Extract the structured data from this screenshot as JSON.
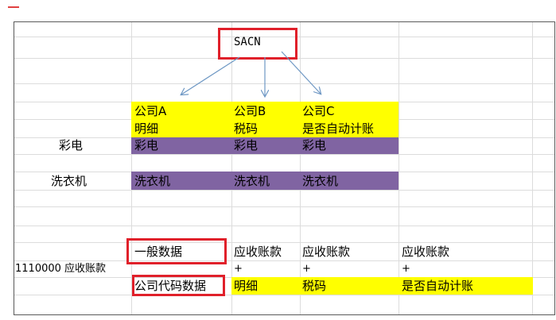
{
  "sheet": {
    "sacn": "SACN",
    "headers": {
      "a_line1": "公司A",
      "a_line2": "明细",
      "b_line1": "公司B",
      "b_line2": "税码",
      "c_line1": "公司C",
      "c_line2": "是否自动计账"
    },
    "rows": {
      "tv_label": "彩电",
      "tv_a": "彩电",
      "tv_b": "彩电",
      "tv_c": "彩电",
      "washer_label": "洗衣机",
      "washer_a": "洗衣机",
      "washer_b": "洗衣机",
      "washer_c": "洗衣机"
    },
    "account": {
      "label": "1110000 应收账款",
      "general_data": "一般数据",
      "company_code_data": "公司代码数据",
      "receivable_1": "应收账款",
      "receivable_2": "应收账款",
      "receivable_3": "应收账款",
      "plus_1": "+",
      "plus_2": "+",
      "plus_3": "+",
      "detail": "明细",
      "tax_code": "税码",
      "auto_post": "是否自动计账"
    }
  },
  "colors": {
    "highlight_yellow": "#ffff00",
    "purple_fill": "#8064a2",
    "red_box": "#e0202a",
    "arrow_blue": "#6f98c4",
    "grid": "#dcdcdc"
  }
}
